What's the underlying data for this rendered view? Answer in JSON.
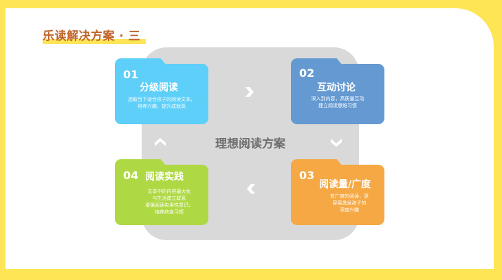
{
  "slide": {
    "title": "乐读解决方案 · 三",
    "center_label": "理想阅读方案",
    "colors": {
      "frame": "#fde555",
      "title": "#c0632a",
      "center_bg": "#d9d9d9",
      "card1": "#5dcff8",
      "card2": "#6499d1",
      "card3": "#f5a843",
      "card4": "#afd944"
    },
    "cards": [
      {
        "number": "01",
        "heading": "分级阅读",
        "description": "选取当下适合孩子的阅读文本，\n培养兴趣，提升成就高"
      },
      {
        "number": "02",
        "heading": "互动讨论",
        "description": "深入到内容，高质量互动\n建立阅读思维习惯"
      },
      {
        "number": "03",
        "heading": "阅读量/广度",
        "description": "有广度的阅读，更\n容易激发孩子的\n深度兴趣"
      },
      {
        "number": "04",
        "heading": "阅读实践",
        "description": "文本中的内容最大化\n与生活建立联系\n增强阅读实用性意识，\n培养终身习惯"
      }
    ],
    "arrows": {
      "right": "chevron-right",
      "down": "chevron-down",
      "left": "chevron-left",
      "up": "chevron-up"
    }
  }
}
